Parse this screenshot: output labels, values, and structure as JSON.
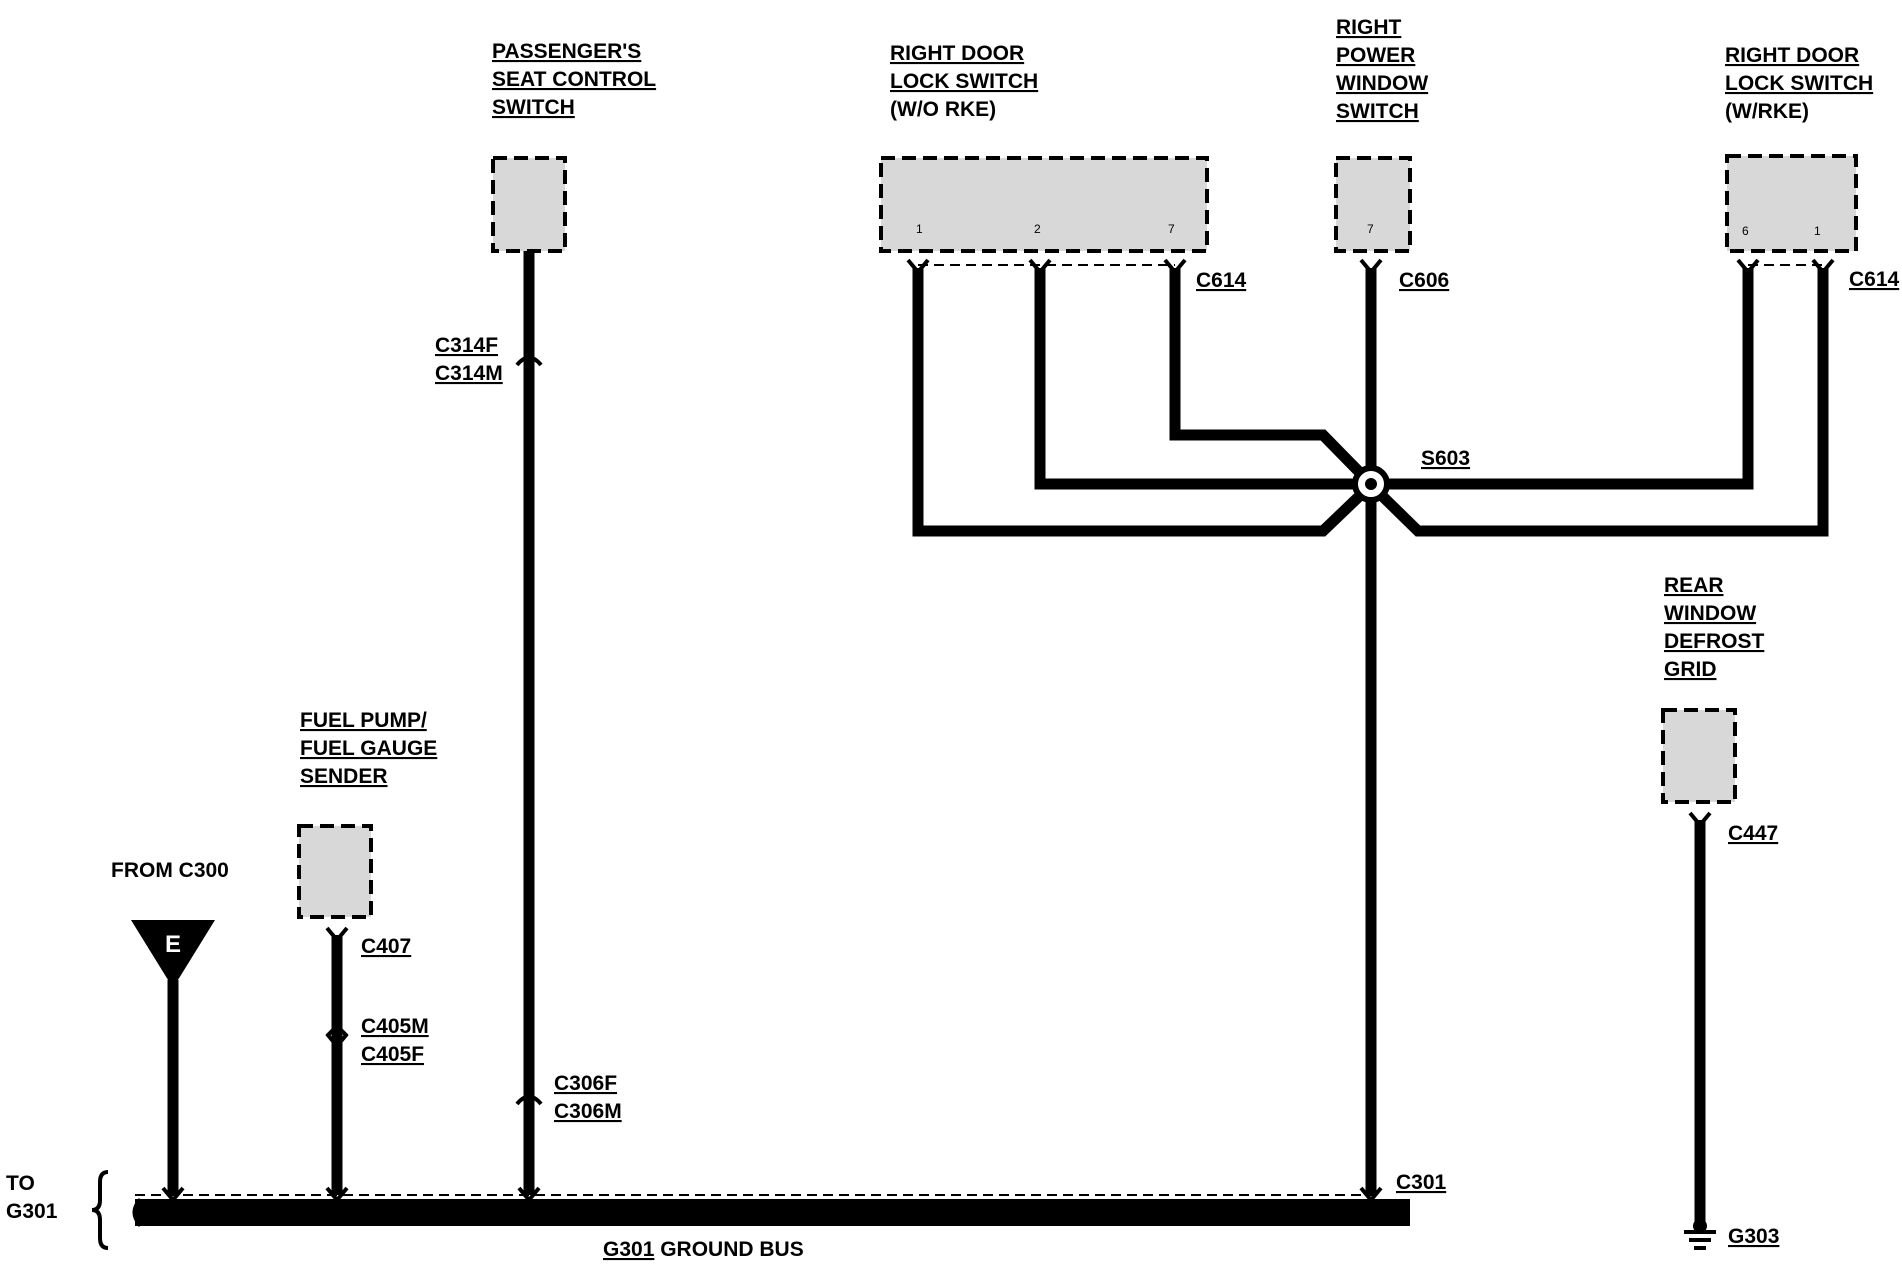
{
  "components": {
    "passenger_seat": [
      "PASSENGER'S",
      "SEAT CONTROL",
      "SWITCH"
    ],
    "rdl_wo_rke": [
      "RIGHT DOOR",
      "LOCK SWITCH",
      "(W/O RKE)"
    ],
    "rpw_switch": [
      "RIGHT",
      "POWER",
      "WINDOW",
      "SWITCH"
    ],
    "rdl_w_rke": [
      "RIGHT DOOR",
      "LOCK SWITCH",
      "(W/RKE)"
    ],
    "fuel_pump": [
      "FUEL PUMP/",
      "FUEL GAUGE",
      "SENDER"
    ],
    "rear_defrost": [
      "REAR",
      "WINDOW",
      "DEFROST",
      "GRID"
    ]
  },
  "pins": {
    "rdl_wo_rke": [
      "1",
      "2",
      "7"
    ],
    "rpw_switch": [
      "7"
    ],
    "rdl_w_rke": [
      "6",
      "1"
    ]
  },
  "connectors": {
    "c314f": "C314F",
    "c314m": "C314M",
    "c614_left": "C614",
    "c606": "C606",
    "c614_right": "C614",
    "s603": "S603",
    "c447": "C447",
    "c407": "C407",
    "c405m": "C405M",
    "c405f": "C405F",
    "c306f": "C306F",
    "c306m": "C306M",
    "c301": "C301",
    "g303": "G303"
  },
  "from_label": "FROM C300",
  "e_label": "E",
  "to_label": [
    "TO",
    "G301"
  ],
  "ground_bus": {
    "id": "G301",
    "text": "GROUND BUS"
  }
}
